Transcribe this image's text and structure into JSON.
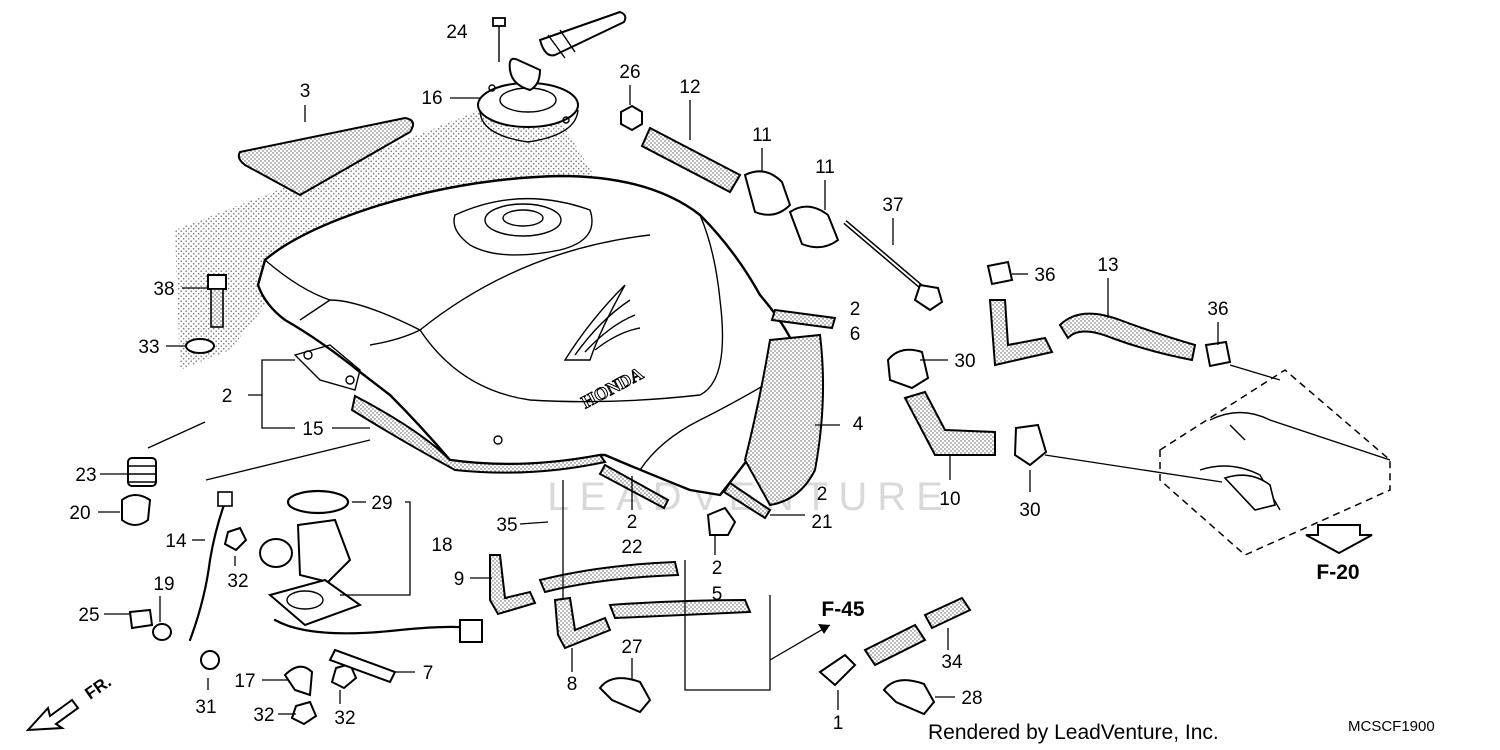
{
  "diagram": {
    "part_numbers": [
      "1",
      "2",
      "3",
      "4",
      "5",
      "6",
      "7",
      "8",
      "9",
      "10",
      "11",
      "12",
      "13",
      "14",
      "15",
      "16",
      "17",
      "18",
      "19",
      "20",
      "21",
      "22",
      "23",
      "24",
      "25",
      "26",
      "27",
      "28",
      "29",
      "30",
      "31",
      "32",
      "33",
      "34",
      "35",
      "36",
      "37",
      "38"
    ],
    "references": {
      "f45": "F-45",
      "f20": "F-20",
      "front": "FR."
    },
    "brand_emblem": "HONDA",
    "watermark": "LEADVENTURE",
    "credit": "Rendered by LeadVenture, Inc.",
    "diagram_code": "MCSCF1900"
  }
}
